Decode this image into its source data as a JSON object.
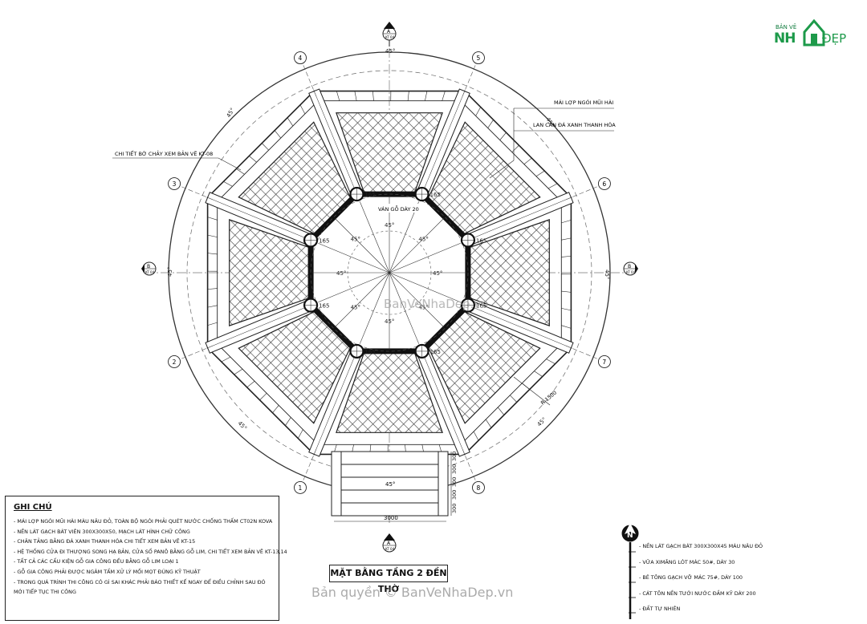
{
  "drawing": {
    "title": "MẶT BẰNG TẦNG 2 ĐỀN THỜ",
    "callouts": {
      "roof_tile": "MÁI LỢP NGÓI MŨI HÀI",
      "railing": "LAN CAN ĐÁ XANH THANH HÓA",
      "fire_detail": "CHI TIẾT BỜ CHẢY XEM BẢN VẼ KT-08",
      "floor_board": "VÁN GỖ DÀY 20"
    },
    "grid_axes": [
      "1",
      "2",
      "3",
      "4",
      "5",
      "6",
      "7",
      "8"
    ],
    "section_markers": [
      {
        "letter": "A",
        "ref": "KT 04"
      },
      {
        "letter": "B",
        "ref": "KT 04"
      }
    ],
    "dimensions": {
      "stair_width": "3000",
      "stair_treads": [
        "300",
        "300",
        "300",
        "300",
        "300"
      ],
      "angle": "45°",
      "column": "165",
      "radius": "R 1500"
    },
    "north": "N"
  },
  "notes": {
    "heading": "GHI CHÚ",
    "items": [
      "- MÁI LỢP NGÓI MŨI HÀI MÀU NÂU ĐỎ, TOÀN BỘ NGÓI PHẢI QUÉT NƯỚC CHỐNG THẤM CT02N KOVA",
      "- NỀN LÁT GẠCH BÁT VIÊN 300X300X50, MẠCH LÁT HÌNH CHỮ CÔNG",
      "- CHÂN TẢNG BẰNG ĐÁ XANH THANH HÓA CHI TIẾT XEM BẢN VẼ KT-15",
      "- HỆ THỐNG CỬA ĐI THƯỢNG SONG HẠ BẢN, CỬA SỔ PANÔ BẰNG GỖ LIM, CHI TIẾT XEM BẢN VẼ KT-13,14",
      "- TẤT CẢ CÁC CẤU KIỆN GỖ GIA CÔNG ĐỀU BẰNG GỖ LIM LOẠI 1",
      "- GỖ GIA CÔNG PHẢI ĐƯỢC NGÂM TẨM XỬ LÝ MỐI MỌT ĐÚNG KỸ THUẬT",
      "- TRONG QUÁ TRÌNH THI CÔNG CÓ GÌ SAI KHÁC PHẢI BÁO THIẾT KẾ NGAY ĐỂ ĐIỀU CHỈNH SAU ĐÓ",
      "MỚI TIẾP TỤC THI CÔNG"
    ]
  },
  "legend": {
    "items": [
      "- NỀN LÁT GẠCH BÁT 300X300X45 MÀU NÂU ĐỎ",
      "- VỮA XIMĂNG LÓT MÁC 50#, DÀY 30",
      "- BÊ TÔNG GẠCH VỠ MÁC 75#, DÀY 100",
      "- CÁT TÔN NỀN TƯỚI NƯỚC ĐẦM KỸ DÀY 200",
      "- ĐẤT TỰ NHIÊN"
    ]
  },
  "brand": {
    "top": "BẢN VẼ",
    "nh": "NH",
    "dep": "ĐẸP",
    "color": "#1d9a4a"
  },
  "watermark": "BanVeNhaDep.vn",
  "copyright": "Bản quyền © BanVeNhaDep.vn"
}
